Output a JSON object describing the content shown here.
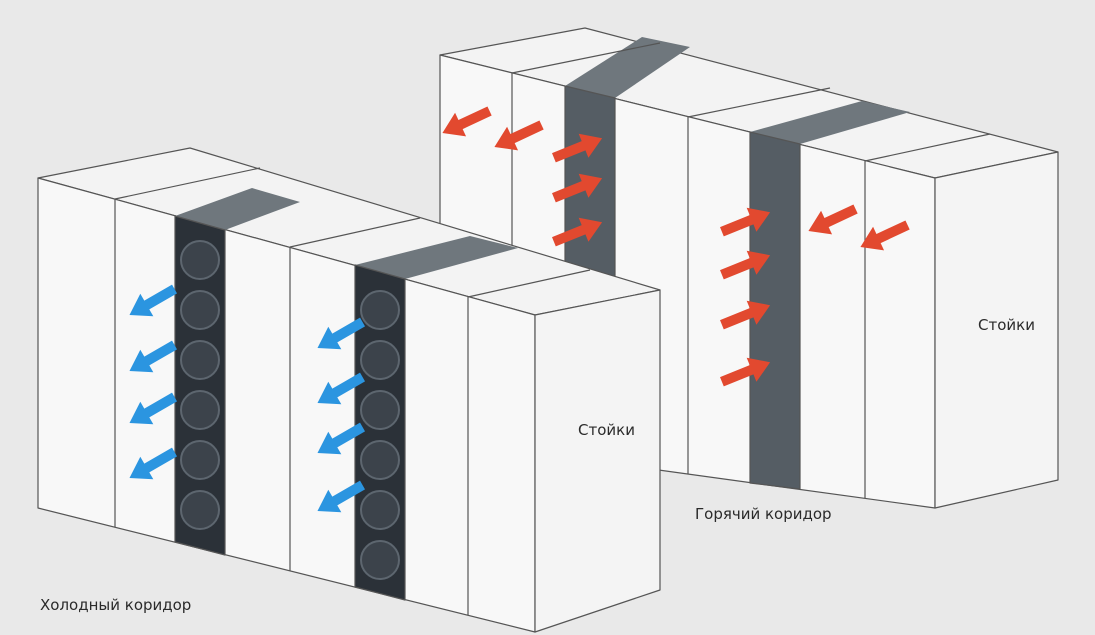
{
  "labels": {
    "racks_front": "Стойки",
    "racks_back": "Стойки",
    "hot_aisle": "Горячий коридор",
    "cold_aisle": "Холодный коридор"
  },
  "colors": {
    "background": "#e9e9e9",
    "rack_face": "#f7f7f7",
    "rack_outline": "#555555",
    "cooler": "#2b3138",
    "cold_arrow": "#2b95e0",
    "hot_arrow": "#e2492f"
  }
}
